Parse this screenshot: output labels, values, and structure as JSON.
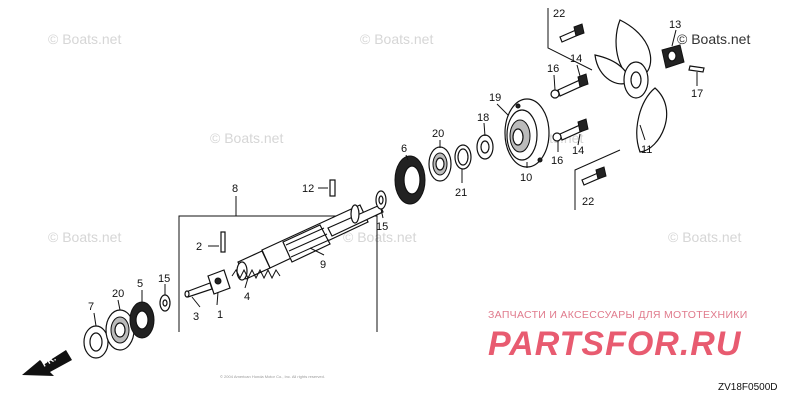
{
  "watermarks": [
    "© Boats.net",
    "© Boats.net",
    "© Boats.net",
    "© Boats.net",
    "© Boats.net",
    "© Boats.net",
    "© Boats.net"
  ],
  "watermark_dark": "© Boats.net",
  "shop": {
    "caption": "ЗАПЧАСТИ И АКСЕССУАРЫ ДЛЯ МОТОТЕХНИКИ",
    "brand": "PARTSFOR.RU"
  },
  "diagram_code": "ZV18F0500D",
  "direction_label": "FR.",
  "copyright": "© 2004 American Honda Motor Co., Inc. All rights reserved.",
  "callouts": {
    "c1": "1",
    "c2": "2",
    "c3": "3",
    "c4": "4",
    "c5": "5",
    "c6": "6",
    "c7": "7",
    "c8": "8",
    "c9": "9",
    "c10": "10",
    "c11": "11",
    "c12": "12",
    "c13": "13",
    "c14a": "14",
    "c14b": "14",
    "c15a": "15",
    "c15b": "15",
    "c16a": "16",
    "c16b": "16",
    "c17": "17",
    "c18": "18",
    "c19": "19",
    "c20a": "20",
    "c20b": "20",
    "c21": "21",
    "c22a": "22",
    "c22b": "22"
  }
}
